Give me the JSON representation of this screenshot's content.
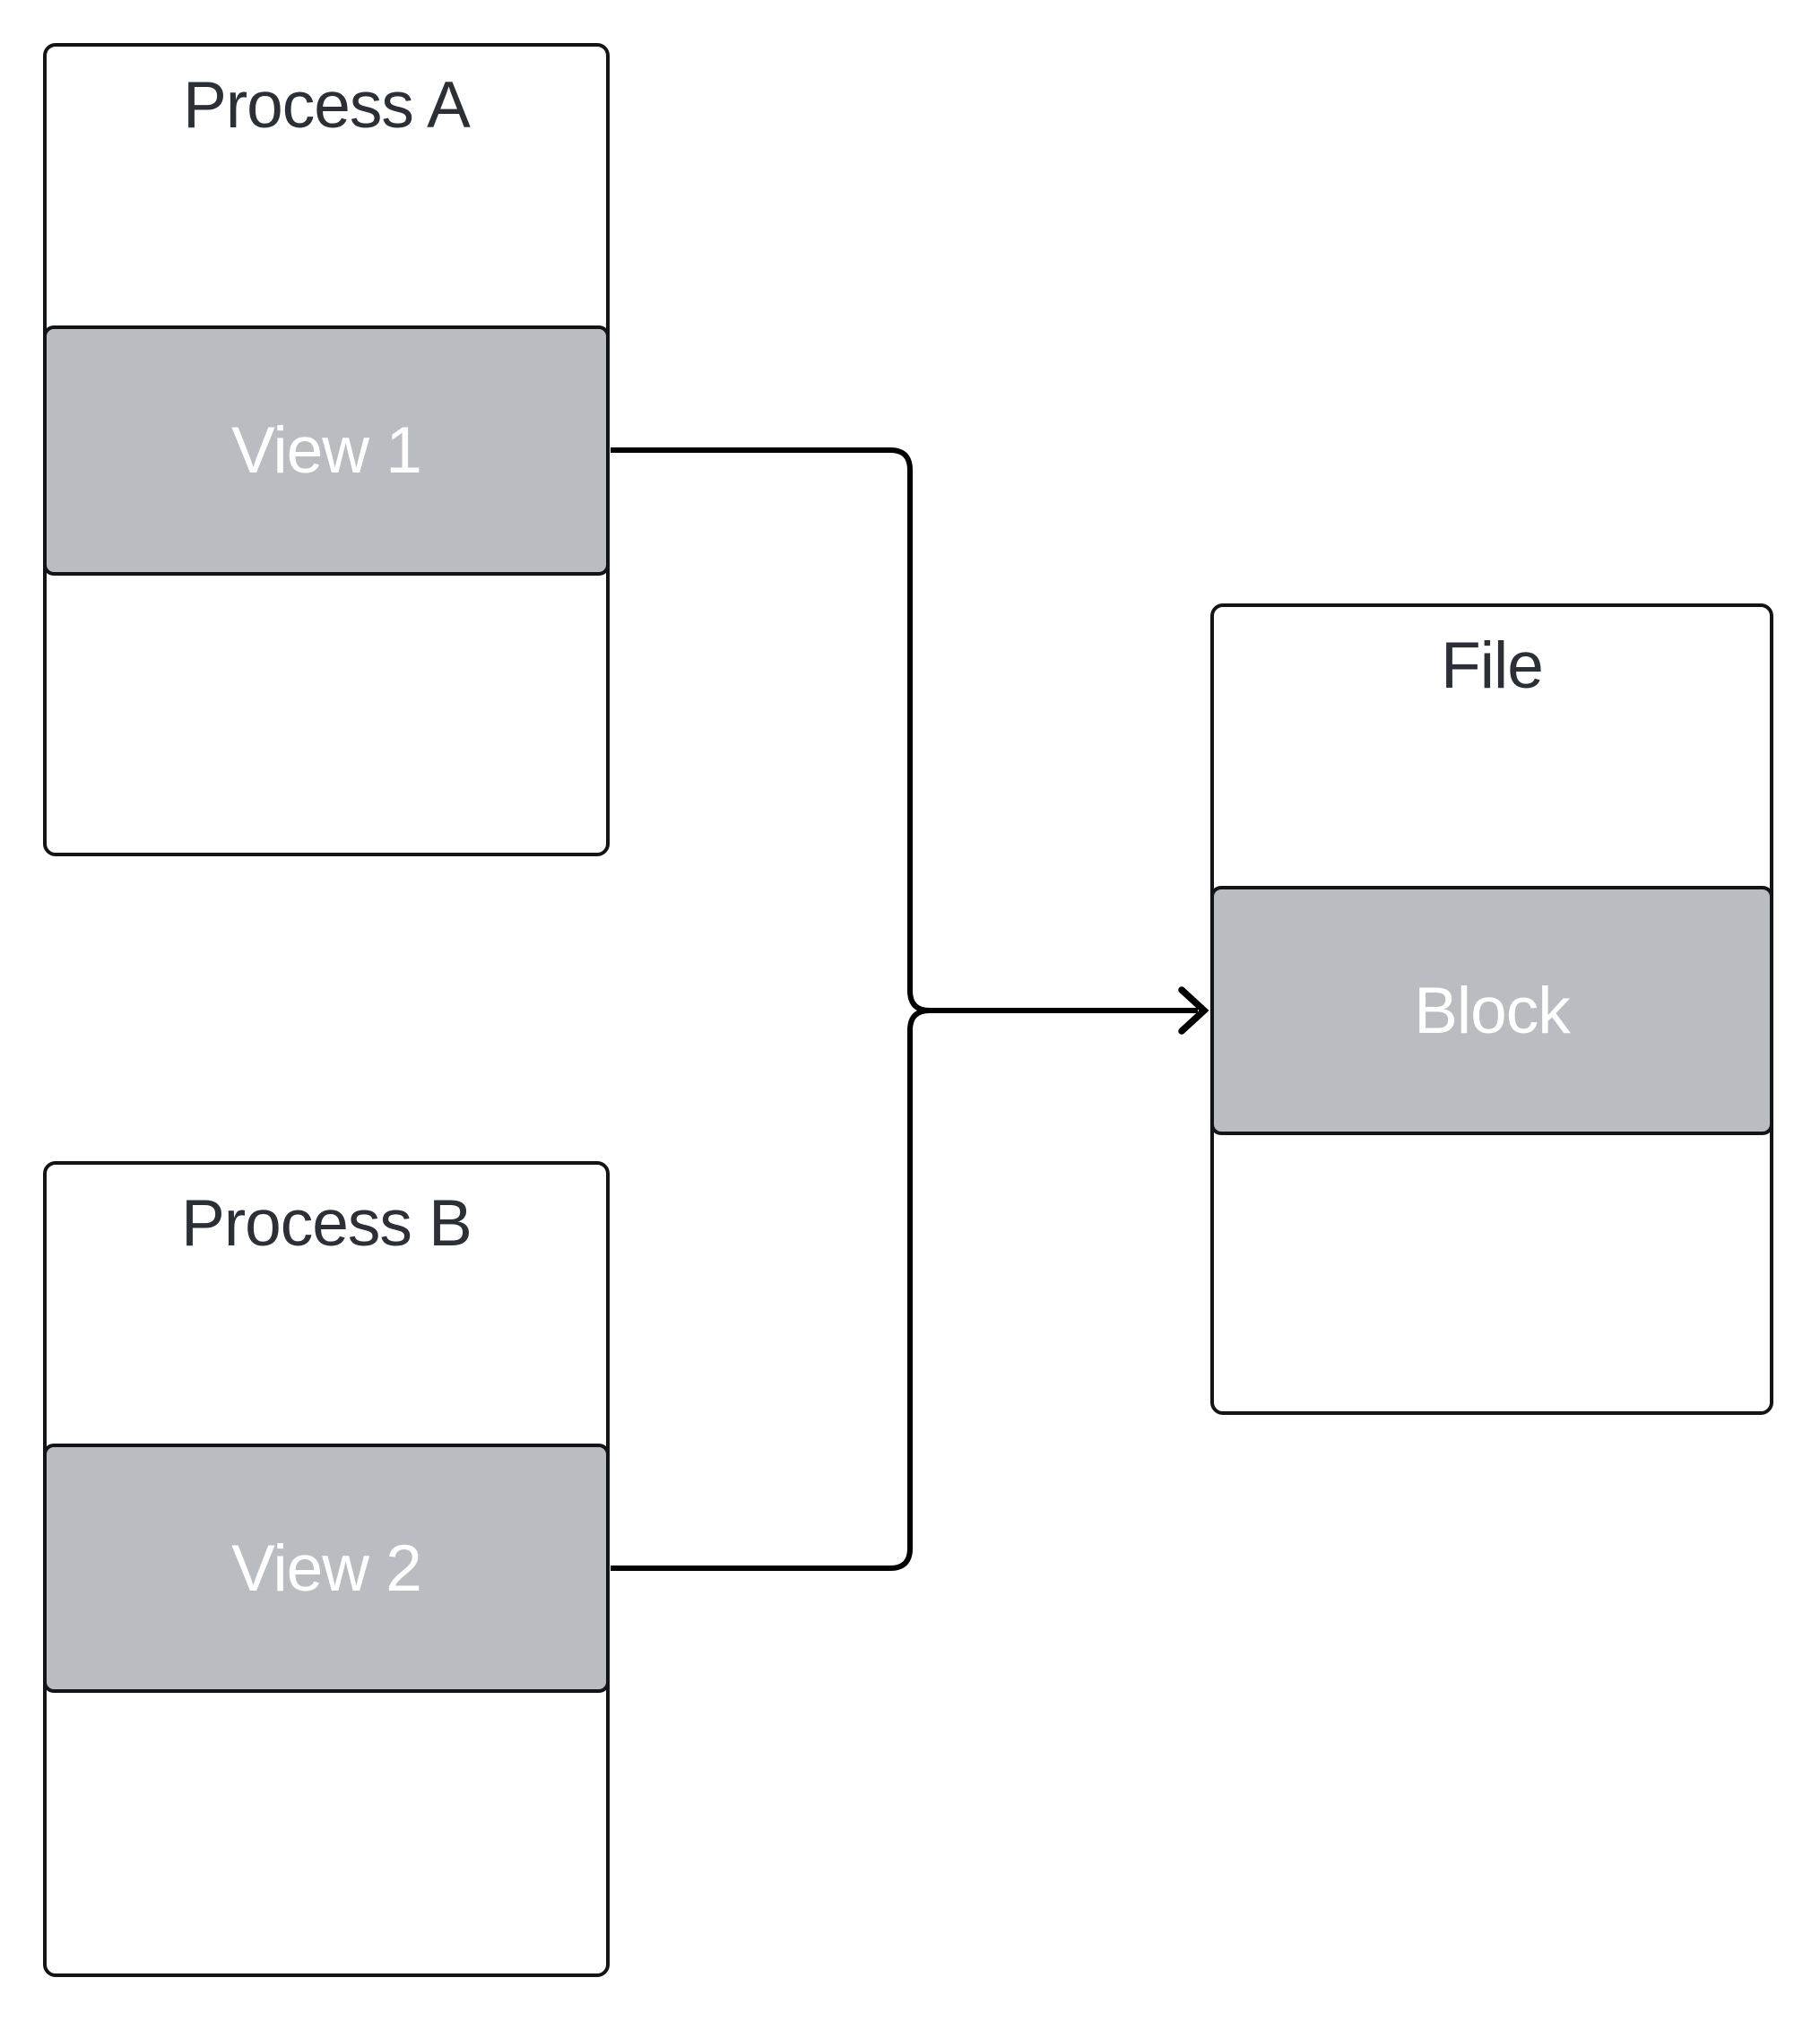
{
  "diagram": {
    "nodes": {
      "process_a": {
        "title": "Process A",
        "band_label": "View 1"
      },
      "process_b": {
        "title": "Process B",
        "band_label": "View 2"
      },
      "file": {
        "title": "File",
        "band_label": "Block"
      }
    },
    "edges": [
      {
        "from": "View 1",
        "to": "Block",
        "arrow": true
      },
      {
        "from": "View 2",
        "to": "Block",
        "arrow": true
      }
    ],
    "colors": {
      "background": "#ffffff",
      "box_fill": "#ffffff",
      "box_border": "#121417",
      "band_fill": "#b9bcc1",
      "band_border": "#121417",
      "band_text": "#ffffff",
      "title_text": "#2b3037",
      "connector": "#000000"
    }
  }
}
